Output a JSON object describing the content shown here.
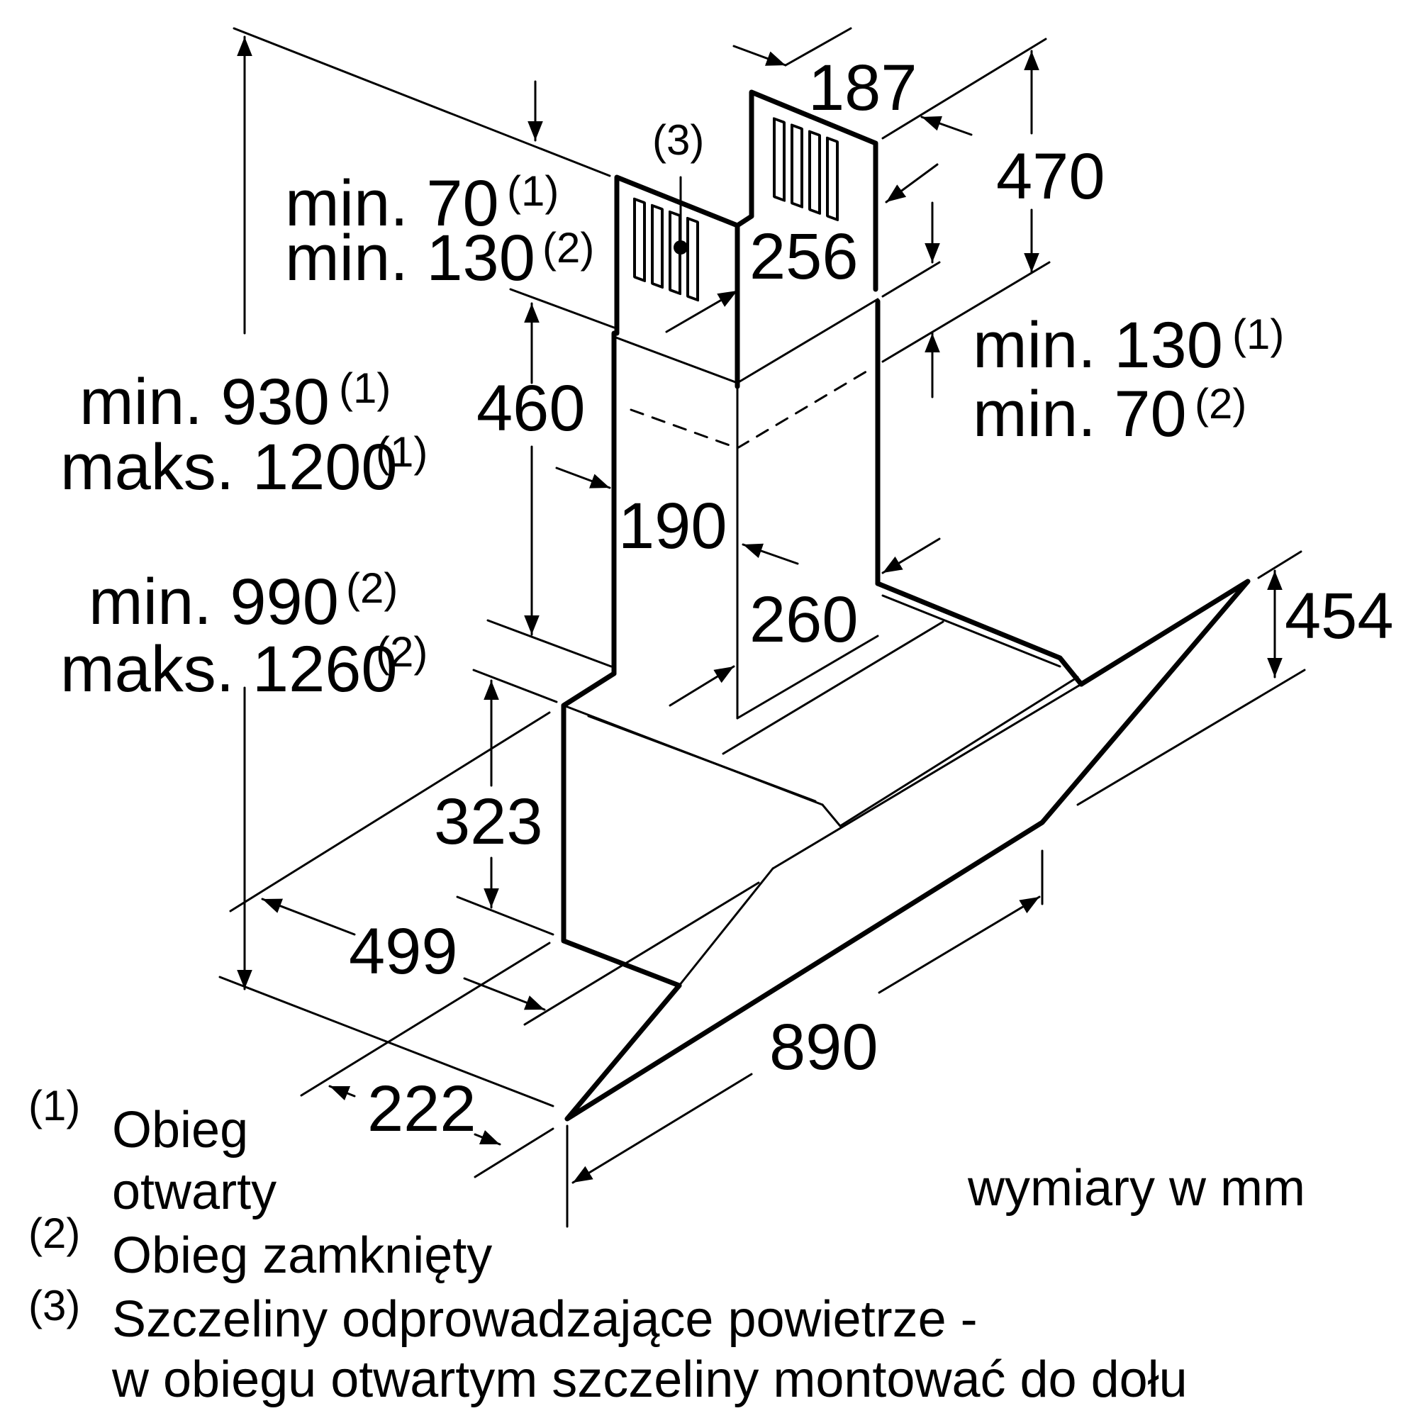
{
  "dimensions": {
    "d187": "187",
    "d470": "470",
    "d256": "256",
    "d460": "460",
    "d190": "190",
    "d260": "260",
    "d454": "454",
    "d323": "323",
    "d499": "499",
    "d890": "890",
    "d222": "222"
  },
  "labels": {
    "min70_1": "min. 70",
    "min130_2": "min. 130",
    "min130_1": "min. 130",
    "min70_2": "min. 70",
    "min930_1": "min. 930",
    "maks1200_1": "maks. 1200",
    "min990_2": "min. 990",
    "maks1260_2": "maks. 1260",
    "ref1": "(1)",
    "ref2": "(2)",
    "ref3": "(3)",
    "slots_callout": "(3)",
    "units": "wymiary w mm"
  },
  "legend": [
    {
      "num": "(1)",
      "line1": "Obieg",
      "line2": "otwarty"
    },
    {
      "num": "(2)",
      "line1": "Obieg zamknięty"
    },
    {
      "num": "(3)",
      "line1": "Szczeliny odprowadzające powietrze -",
      "line2": "w obiegu otwartym szczeliny montować do dołu"
    }
  ]
}
